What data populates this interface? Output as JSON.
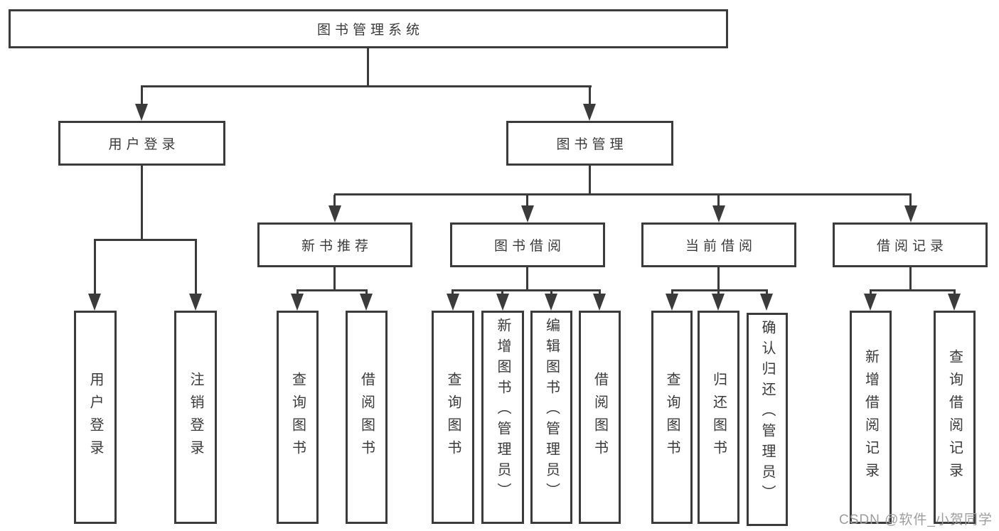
{
  "diagram_title": "图书管理系统",
  "nodes": {
    "root": {
      "label": "图书管理系统"
    },
    "user_login": {
      "label": "用户登录"
    },
    "book_mgmt": {
      "label": "图书管理"
    },
    "user_login_children": [
      {
        "label": "用户登录"
      },
      {
        "label": "注销登录"
      }
    ],
    "book_mgmt_children": [
      {
        "label": "新书推荐"
      },
      {
        "label": "图书借阅"
      },
      {
        "label": "当前借阅"
      },
      {
        "label": "借阅记录"
      }
    ],
    "new_book_children": [
      {
        "label": "查询图书"
      },
      {
        "label": "借阅图书"
      }
    ],
    "book_borrow_children": [
      {
        "label": "查询图书"
      },
      {
        "label": "新增图书（管理员）"
      },
      {
        "label": "编辑图书（管理员）"
      },
      {
        "label": "借阅图书"
      }
    ],
    "current_borrow_children": [
      {
        "label": "查询图书"
      },
      {
        "label": "归还图书"
      },
      {
        "label": "确认归还（管理员）"
      }
    ],
    "borrow_record_children": [
      {
        "label": "新增借阅记录"
      },
      {
        "label": "查询借阅记录"
      }
    ]
  },
  "watermark": {
    "text": "CSDN @软件_小贺同学"
  },
  "colors": {
    "line": "#3b3b3b",
    "text": "#3a3a3a",
    "box_background": "#ffffff",
    "page_background": "#ffffff",
    "watermark": "#9d9d9d"
  }
}
